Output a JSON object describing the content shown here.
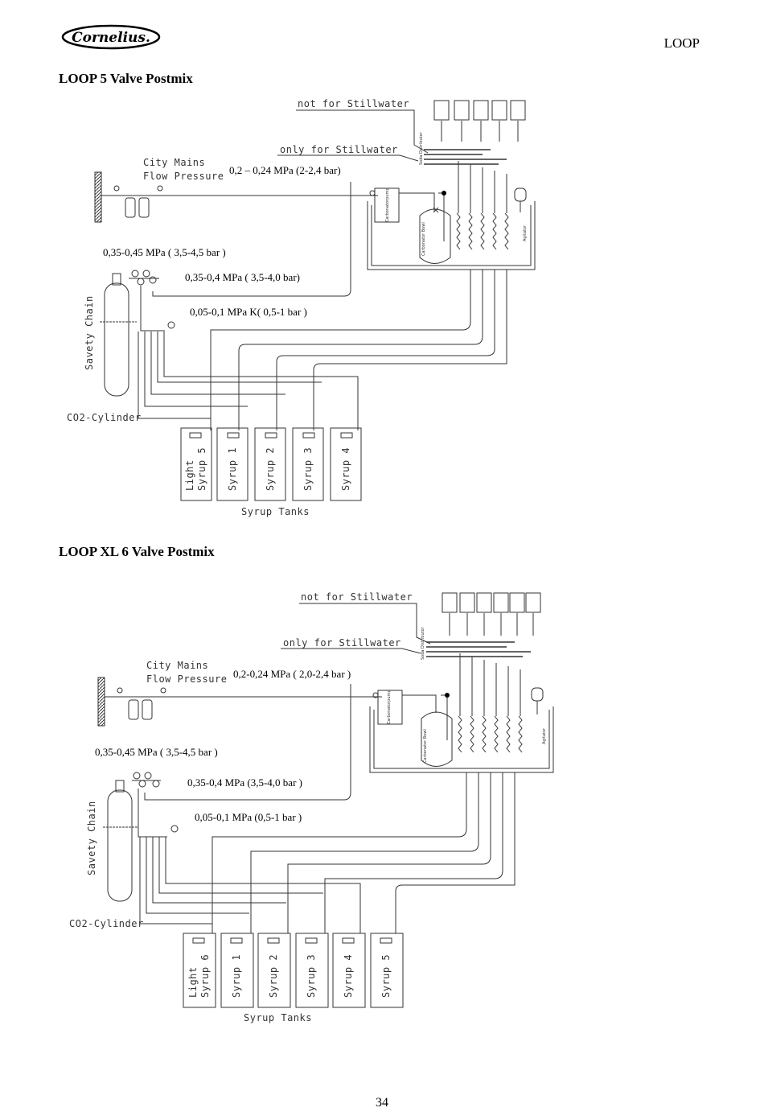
{
  "header": {
    "brand": "Cornelius.",
    "section": "LOOP"
  },
  "sections": [
    {
      "title": "LOOP 5 Valve Postmix",
      "labels": {
        "not_for_stillwater": "not for Stillwater",
        "only_for_stillwater": "only for Stillwater",
        "city_mains": "City Mains",
        "flow_pressure": "Flow Pressure",
        "soda_distributor": "Soda Distributor",
        "carbonator_pump": "Carbonatorpump",
        "carbonator_bowl": "Carbonator Bowl",
        "agitator": "Agitator",
        "savety_chain": "Savety Chain",
        "co2_cylinder": "CO2-Cylinder",
        "syrup_tanks": "Syrup Tanks"
      },
      "pressures": {
        "water": "0,2 – 0,24 MPa (2-2,4 bar)",
        "co2_main": "0,35-0,45 MPa ( 3,5-4,5 bar )",
        "co2_carbonator": "0,35-0,4 MPa ( 3,5-4,0 bar)",
        "co2_syrup": "0,05-0,1 MPa K( 0,5-1 bar )"
      },
      "tanks": [
        [
          "Light",
          "Syrup 5"
        ],
        [
          "Syrup 1"
        ],
        [
          "Syrup 2"
        ],
        [
          "Syrup 3"
        ],
        [
          "Syrup 4"
        ]
      ]
    },
    {
      "title": "LOOP XL 6 Valve Postmix",
      "labels": {
        "not_for_stillwater": "not for Stillwater",
        "only_for_stillwater": "only for Stillwater",
        "city_mains": "City Mains",
        "flow_pressure": "Flow Pressure",
        "soda_distributor": "Soda Distributor",
        "carbonator_pump": "Carbonatorpump",
        "carbonator_bowl": "Carbonator Bowl",
        "agitator": "Agitator",
        "savety_chain": "Savety Chain",
        "co2_cylinder": "CO2-Cylinder",
        "syrup_tanks": "Syrup Tanks"
      },
      "pressures": {
        "water": "0,2-0,24 MPa ( 2,0-2,4 bar )",
        "co2_main": "0,35-0,45 MPa ( 3,5-4,5 bar )",
        "co2_carbonator": "0,35-0,4 MPa (3,5-4,0 bar )",
        "co2_syrup": "0,05-0,1 MPa (0,5-1 bar )"
      },
      "tanks": [
        [
          "Light",
          "Syrup 6"
        ],
        [
          "Syrup 1"
        ],
        [
          "Syrup 2"
        ],
        [
          "Syrup 3"
        ],
        [
          "Syrup 4"
        ],
        [
          "Syrup 5"
        ]
      ]
    }
  ],
  "page_number": "34"
}
